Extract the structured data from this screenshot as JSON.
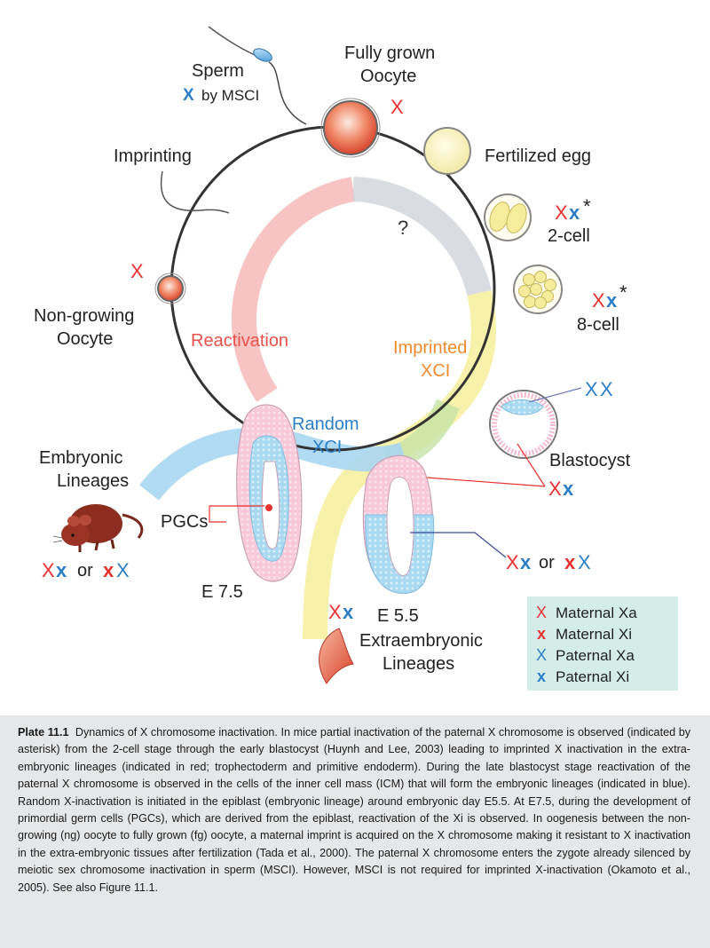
{
  "labels": {
    "sperm": "Sperm",
    "sperm_x": "X",
    "sperm_note": "by MSCI",
    "fully_grown_1": "Fully grown",
    "fully_grown_2": "Oocyte",
    "fully_grown_x": "X",
    "fertilized_egg": "Fertilized egg",
    "two_cell_xa": "X",
    "two_cell_xi": "x",
    "two_cell_star": "*",
    "two_cell": "2-cell",
    "eight_cell_xa": "X",
    "eight_cell_xi": "x",
    "eight_cell_star": "*",
    "eight_cell": "8-cell",
    "imprinting": "Imprinting",
    "non_growing_x": "X",
    "non_growing_1": "Non-growing",
    "non_growing_2": "Oocyte",
    "question": "?",
    "reactivation": "Reactivation",
    "imprinted_1": "Imprinted",
    "imprinted_2": "XCI",
    "random_1": "Random",
    "random_2": "XCI",
    "blast_xx_1": "X",
    "blast_xx_2": "X",
    "blastocyst": "Blastocyst",
    "blast_xa": "X",
    "blast_xi": "x",
    "embryonic_1": "Embryonic",
    "embryonic_2": "Lineages",
    "emb_a": "X",
    "emb_b": "x",
    "emb_or": "or",
    "emb_c": "x",
    "emb_d": "X",
    "pgcs": "PGCs",
    "e75": "E 7.5",
    "e55": "E 5.5",
    "e55_a": "X",
    "e55_b": "x",
    "e55_or": "or",
    "e55_c": "x",
    "e55_d": "X",
    "extra_a": "X",
    "extra_b": "x",
    "extra_1": "Extraembryonic",
    "extra_2": "Lineages"
  },
  "legend": [
    {
      "symbol": "X",
      "color": "#e8322e",
      "label": "Maternal Xa"
    },
    {
      "symbol": "x",
      "color": "#e8322e",
      "label": "Maternal Xi"
    },
    {
      "symbol": "X",
      "color": "#2b7fc7",
      "label": "Paternal Xa"
    },
    {
      "symbol": "x",
      "color": "#2b7fc7",
      "label": "Paternal Xi"
    }
  ],
  "caption": {
    "label": "Plate 11.1",
    "text": "Dynamics of X chromosome inactivation. In mice partial inactivation of the paternal X chromosome is observed (indicated by asterisk) from the 2-cell stage through the early blastocyst (Huynh and Lee, 2003) leading to imprinted X inactivation in the extra-embryonic lineages (indicated in red; trophectoderm and primitive endoderm). During the late blastocyst stage reactivation of the paternal X chromosome is observed in the cells of the inner cell mass (ICM) that will form the embryonic lineages (indicated in blue). Random X-inactivation is initiated in the epiblast (embryonic lineage) around embryonic day E5.5. At E7.5, during the development of primordial germ cells (PGCs), which are derived from the epiblast, reactivation of the Xi is observed. In oogenesis between the non-growing (ng) oocyte to fully grown (fg) oocyte, a maternal imprint is acquired on the X chromosome making it resistant to X inactivation in the extra-embryonic tissues after fertilization (Tada et al., 2000). The paternal X chromosome enters the zygote already silenced by meiotic sex chromosome inactivation in sperm (MSCI). However, MSCI is not required for imprinted X-inactivation (Okamoto et al., 2005). See also Figure 11.1."
  },
  "colors": {
    "maternal": "#e8322e",
    "paternal": "#2b7fc7",
    "reactivation_band": "#f6b9b9",
    "random_band": "#a9d6f2",
    "imprinted_band": "#f6efa0",
    "unknown_band": "#cfd4db",
    "legend_bg": "#d4ede8"
  }
}
